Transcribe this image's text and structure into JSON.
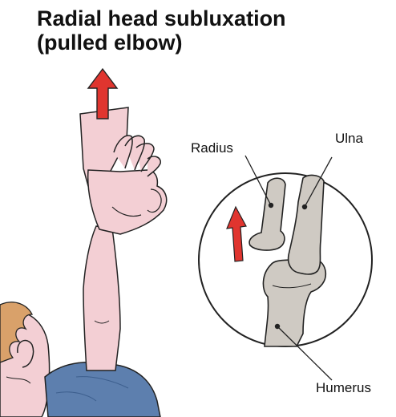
{
  "title_line1": "Radial head subluxation",
  "title_line2": "(pulled elbow)",
  "labels": {
    "radius": "Radius",
    "ulna": "Ulna",
    "humerus": "Humerus"
  },
  "colors": {
    "skin": "#f3cfd4",
    "bone": "#cfcac3",
    "arrow": "#e0352f",
    "shirt": "#5d7fae",
    "hair": "#d9a16a",
    "outline": "#222222"
  }
}
